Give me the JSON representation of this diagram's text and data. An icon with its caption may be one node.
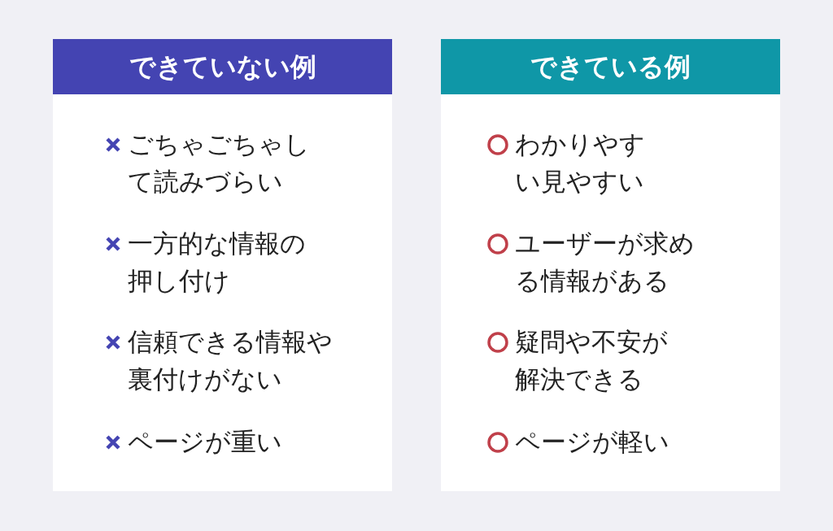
{
  "diagram": {
    "nodes": [
      {
        "text": [
          "できていない例",
          "ごちゃごちゃして読みづらい",
          "一方的な情報の押し付け",
          "信頼できる情報や裏付けがない",
          "ページが重い"
        ]
      },
      {
        "text": [
          "できている例",
          "わかりやすい見やすい",
          "ユーザーが求める情報がある",
          "疑問や不安が解決できる",
          "ページが軽い"
        ]
      }
    ]
  }
}
